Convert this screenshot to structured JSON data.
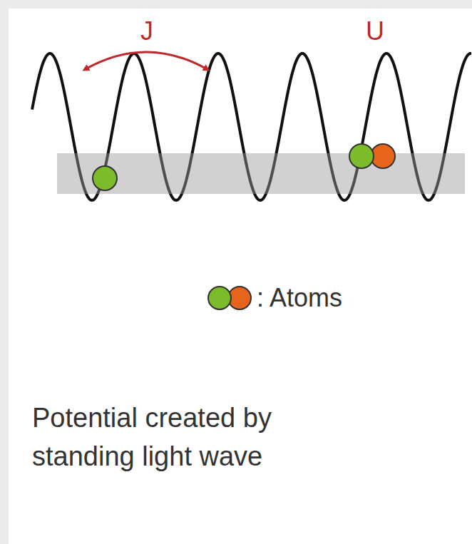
{
  "diagram": {
    "caption": "Potential created by standing light wave",
    "labels": [
      "J",
      "U"
    ],
    "legend": [
      {
        "text": ": Atoms"
      }
    ]
  }
}
